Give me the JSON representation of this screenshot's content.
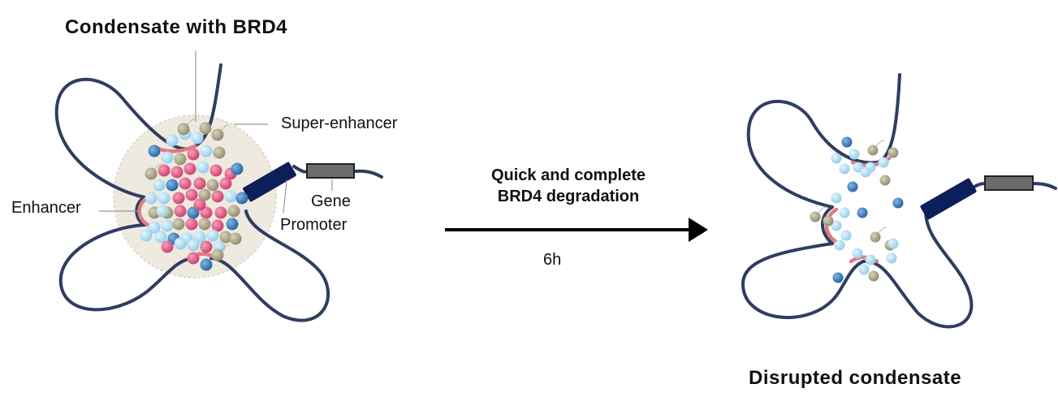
{
  "titles": {
    "left": "Condensate with BRD4",
    "right": "Disrupted condensate"
  },
  "labels": {
    "super_enhancer": "Super-enhancer",
    "enhancer": "Enhancer",
    "gene": "Gene",
    "promoter": "Promoter"
  },
  "arrow": {
    "line1": "Quick and complete",
    "line2": "BRD4 degradation",
    "time": "6h"
  },
  "colors": {
    "dna": "#2f3d60",
    "enhancer": "#e07a82",
    "condensate": "#efeae0",
    "brd4_light": "#a9dcf3",
    "pink": "#dc4a79",
    "blue": "#2f7fc2",
    "khaki": "#a9a386",
    "gene": "#6b6b6b",
    "promoter": "#0d1f5a"
  }
}
